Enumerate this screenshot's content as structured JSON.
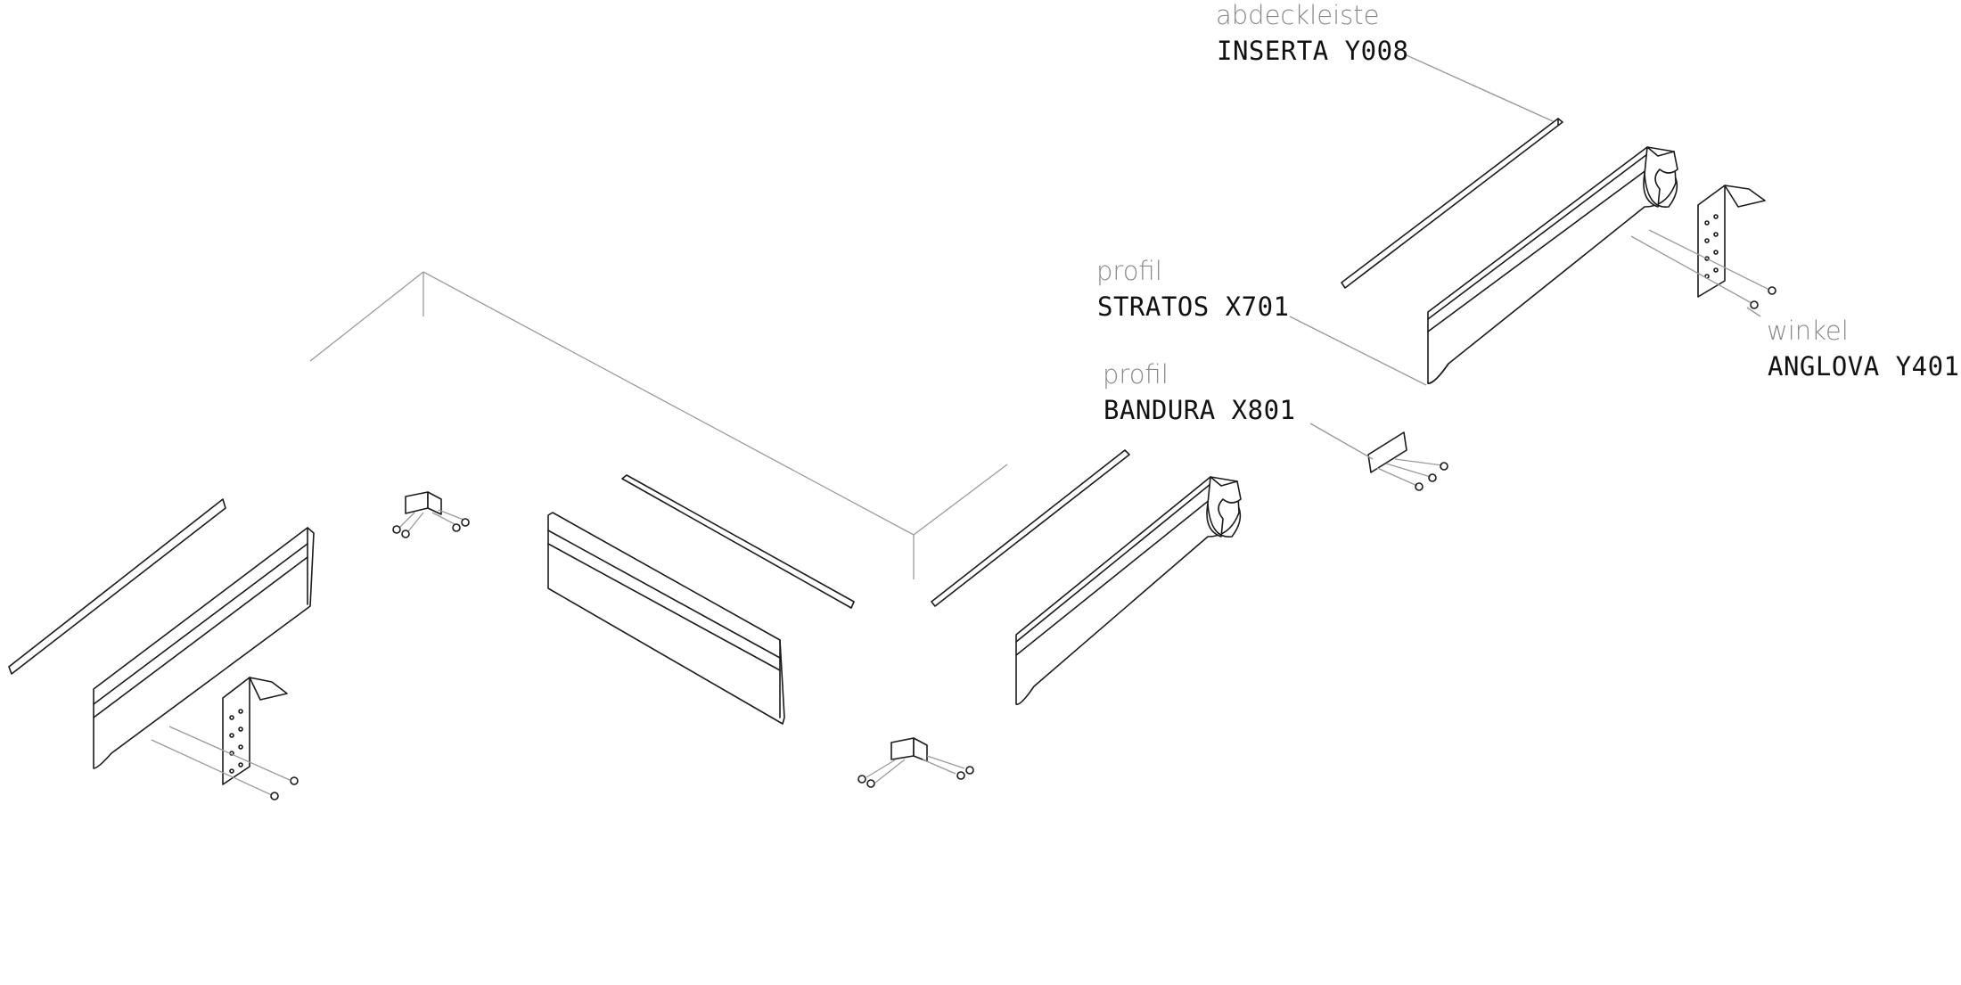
{
  "labels": {
    "insert": {
      "category": "abdeckleiste",
      "code": "INSERTA Y008"
    },
    "profile_top": {
      "category": "profil",
      "code": "STRATOS X701"
    },
    "profile_mid": {
      "category": "profil",
      "code": "BANDURA X801"
    },
    "bracket": {
      "category": "winkel",
      "code": "ANGLOVA Y401"
    }
  },
  "colors": {
    "line": "#1b1b1b",
    "leader": "#9a9a9a",
    "category_text": "#8a8a8a",
    "code_text": "#111111"
  }
}
